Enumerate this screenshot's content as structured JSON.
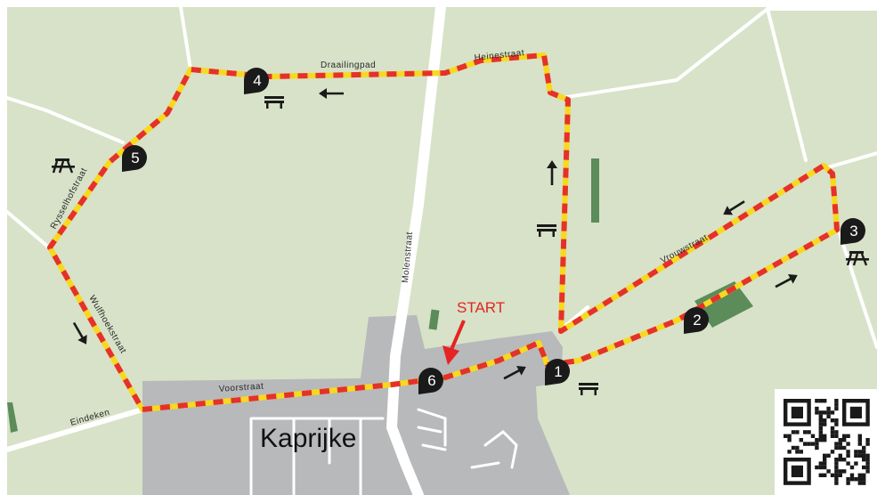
{
  "map": {
    "town_label": "Kaprijke",
    "start_label": "START",
    "streets": {
      "draailingpad": "Draailingpad",
      "heinestraat": "Heinestraat",
      "ryssel": "Rysselhofstraat",
      "wulf": "Wulfhoekstraat",
      "molen": "Molenstraat",
      "vrouw": "Vrouwstraat",
      "voor": "Voorstraat",
      "eindeken": "Eindeken"
    },
    "waypoints": [
      "1",
      "2",
      "3",
      "4",
      "5",
      "6"
    ],
    "colors": {
      "land": "#d7e2c8",
      "road": "#ffffff",
      "built_area": "#b7b9bb",
      "route_base": "#f7d91f",
      "route_dash": "#e5312b",
      "pin": "#1a1a1a",
      "forest": "#5b8c5a",
      "start": "#e52421"
    },
    "icons": [
      "bench-icon",
      "picnic-table-icon",
      "direction-arrow-icon",
      "map-pin-icon",
      "qr-code-icon"
    ]
  }
}
